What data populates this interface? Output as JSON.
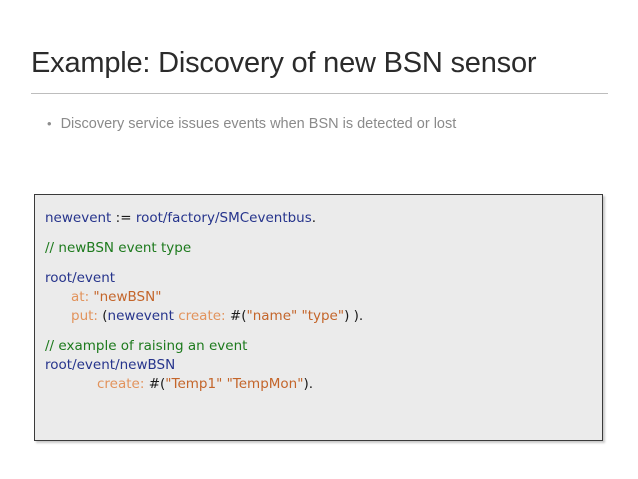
{
  "slide": {
    "title": "Example: Discovery of new BSN sensor",
    "bullet_mark": "•",
    "bullet_text": "Discovery service issues events when BSN is detected or lost"
  },
  "colors": {
    "background": "#ffffff",
    "title_text": "#2b2b2b",
    "rule": "#bdbdbd",
    "bullet_text": "#8a8a8a",
    "code_background": "#ebebeb",
    "code_border": "#3a3a3a",
    "identifier": "#26348c",
    "punctuation": "#1a1a1a",
    "comment": "#1d7a1d",
    "keyword": "#e2935c",
    "string": "#c4652a"
  },
  "code": {
    "lines": [
      {
        "id": "line-assign",
        "indent": 0,
        "tokens": [
          {
            "t": "newevent ",
            "c": "id"
          },
          {
            "t": ":= ",
            "c": "punct"
          },
          {
            "t": "root/factory/SMCeventbus",
            "c": "id"
          },
          {
            "t": ".",
            "c": "punct"
          }
        ]
      },
      {
        "id": "line-blank-1",
        "indent": 0,
        "blank": true,
        "tokens": []
      },
      {
        "id": "line-comment-newbsn",
        "indent": 0,
        "tokens": [
          {
            "t": "// newBSN event type",
            "c": "comment"
          }
        ]
      },
      {
        "id": "line-blank-2",
        "indent": 0,
        "blank": true,
        "tokens": []
      },
      {
        "id": "line-root-event",
        "indent": 0,
        "tokens": [
          {
            "t": "root/event",
            "c": "id"
          }
        ]
      },
      {
        "id": "line-at",
        "indent": 1,
        "tokens": [
          {
            "t": "at: ",
            "c": "kw"
          },
          {
            "t": "\"newBSN\"",
            "c": "str"
          }
        ]
      },
      {
        "id": "line-put",
        "indent": 1,
        "tokens": [
          {
            "t": "put: ",
            "c": "kw"
          },
          {
            "t": "(",
            "c": "punct"
          },
          {
            "t": "newevent ",
            "c": "id"
          },
          {
            "t": "create: ",
            "c": "kw"
          },
          {
            "t": "#(",
            "c": "punct"
          },
          {
            "t": "\"name\" \"type\"",
            "c": "str"
          },
          {
            "t": ") ).",
            "c": "punct"
          }
        ]
      },
      {
        "id": "line-blank-3",
        "indent": 0,
        "blank": true,
        "tokens": []
      },
      {
        "id": "line-comment-raising",
        "indent": 0,
        "tokens": [
          {
            "t": "// example of raising an event",
            "c": "comment"
          }
        ]
      },
      {
        "id": "line-root-event-newbsn",
        "indent": 0,
        "tokens": [
          {
            "t": "root/event/newBSN",
            "c": "id"
          }
        ]
      },
      {
        "id": "line-create",
        "indent": 2,
        "tokens": [
          {
            "t": "create: ",
            "c": "kw"
          },
          {
            "t": "#(",
            "c": "punct"
          },
          {
            "t": "\"Temp1\" \"TempMon\"",
            "c": "str"
          },
          {
            "t": ").",
            "c": "punct"
          }
        ]
      }
    ]
  }
}
